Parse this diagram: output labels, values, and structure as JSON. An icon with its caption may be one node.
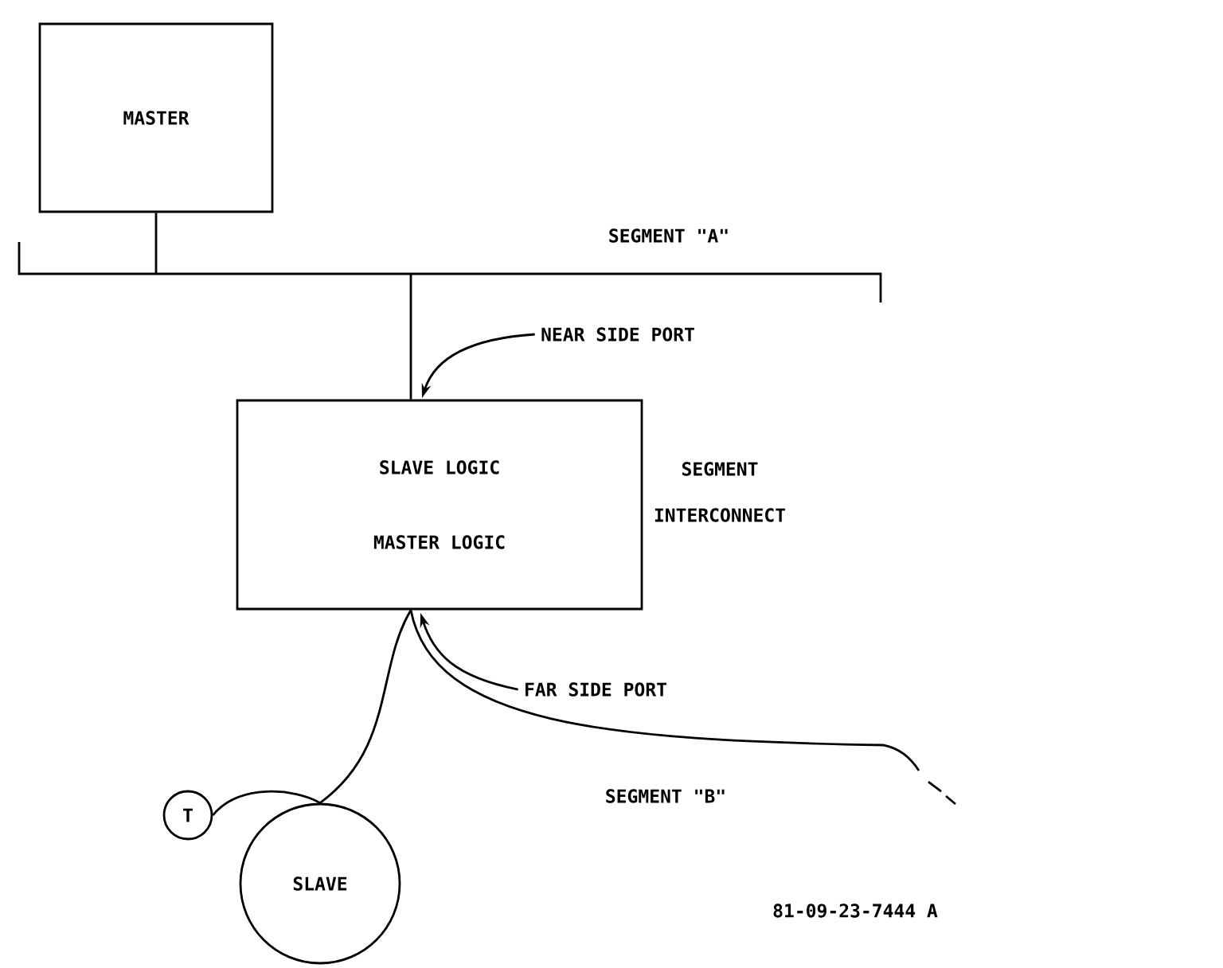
{
  "diagram": {
    "nodes": [
      {
        "text": [
          "MASTER"
        ]
      },
      {
        "text": [],
        "shape": "bar"
      },
      {
        "text": [
          "NEAR SIDE PORT"
        ]
      },
      {
        "text": [
          "SLAVE LOGIC",
          "MASTER LOGIC"
        ],
        "beside": [
          "SEGMENT INTERCONNECT"
        ]
      },
      {
        "text": [
          "FAR SIDE PORT"
        ]
      },
      {
        "text": [
          "T"
        ]
      },
      {
        "text": [
          "SLAVE"
        ]
      }
    ],
    "edges": [
      {
        "from": 0,
        "to": 1,
        "arrow": "none"
      },
      {
        "from": 1,
        "to": 3,
        "arrow": "none"
      },
      {
        "from": 2,
        "to": 3,
        "arrow": "to"
      },
      {
        "from": 4,
        "to": 3,
        "arrow": "to"
      },
      {
        "from": 3,
        "to": null,
        "arrow": "none"
      },
      {
        "from": 3,
        "to": 6,
        "arrow": "none"
      },
      {
        "from": 5,
        "to": 6,
        "arrow": "none"
      }
    ],
    "labels": [
      "SEGMENT \"A\"",
      "SEGMENT \"B\"",
      "81-09-23-7444 A"
    ]
  }
}
